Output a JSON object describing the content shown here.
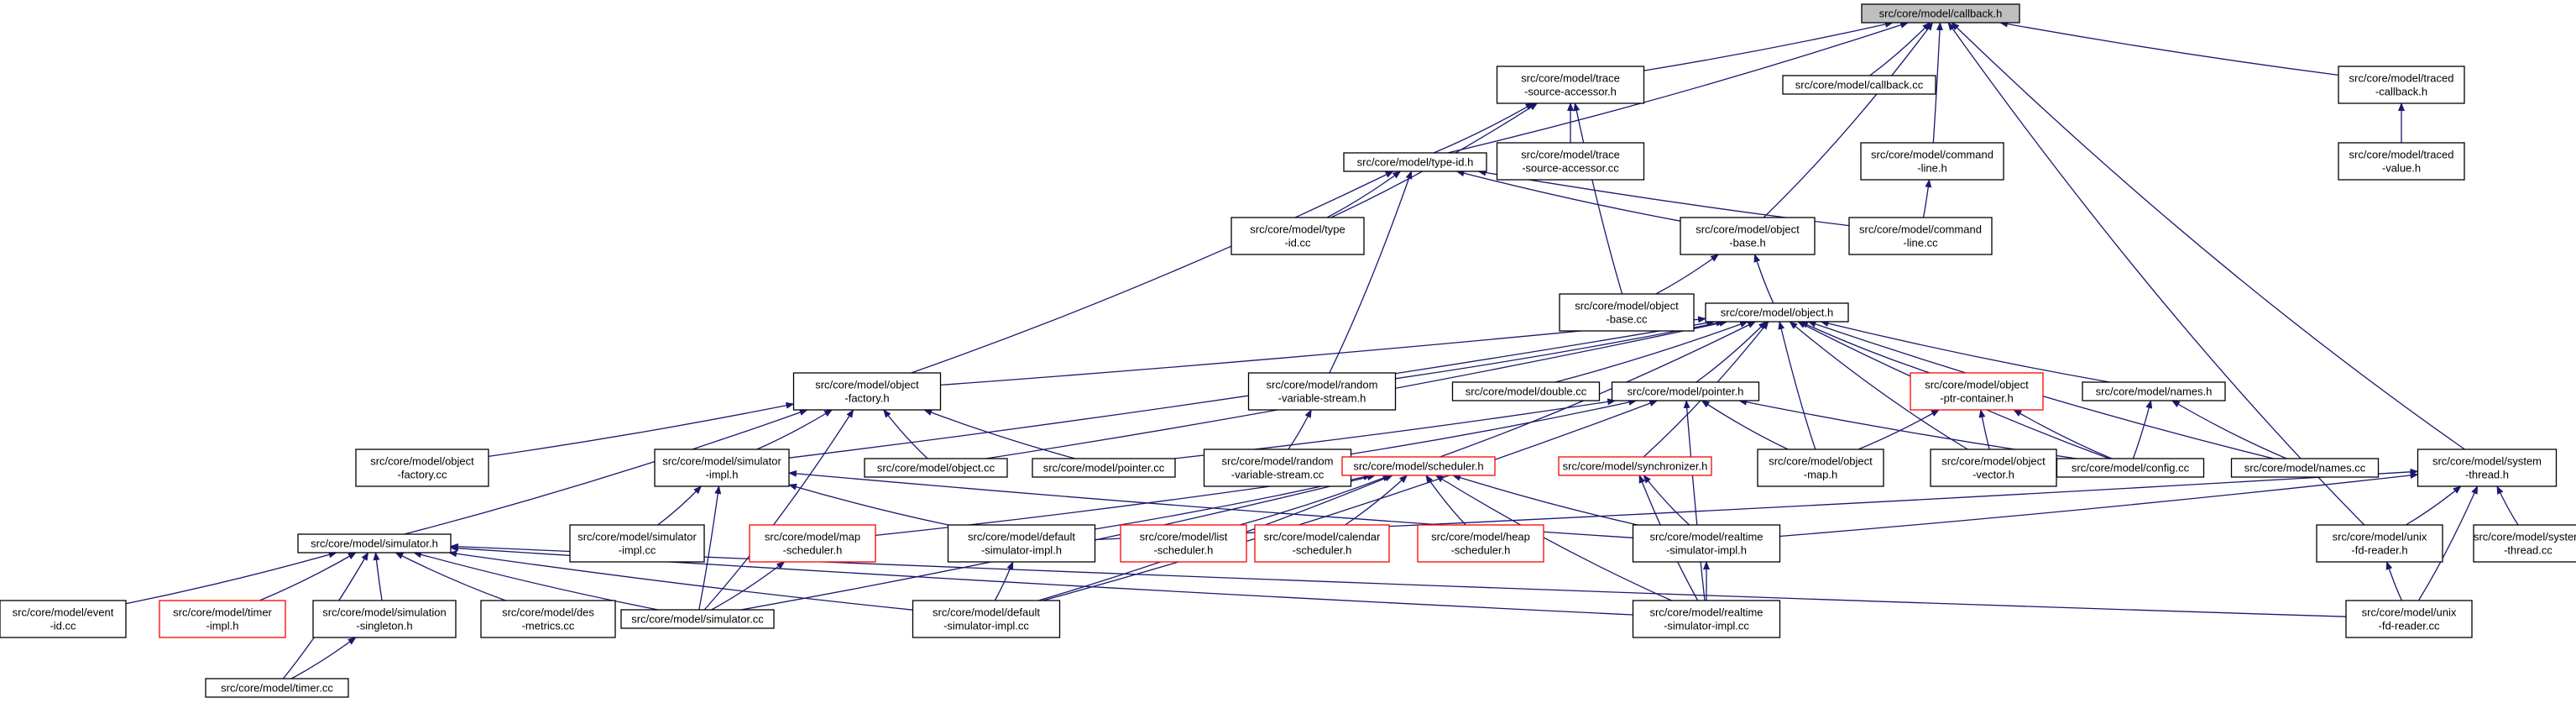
{
  "colors": {
    "edge": "#191970",
    "node_border": "#000000",
    "node_border_incomplete": "#ff0000",
    "root_fill": "#bfbfbf"
  },
  "nodes": [
    {
      "id": "callback_h",
      "lines": [
        "src/core/model/callback.h"
      ],
      "style": "root"
    },
    {
      "id": "trace_source_accessor_h",
      "lines": [
        "src/core/model/trace",
        "-source-accessor.h"
      ],
      "style": "normal"
    },
    {
      "id": "callback_cc",
      "lines": [
        "src/core/model/callback.cc"
      ],
      "style": "normal"
    },
    {
      "id": "traced_callback_h",
      "lines": [
        "src/core/model/traced",
        "-callback.h"
      ],
      "style": "normal"
    },
    {
      "id": "type_id_h",
      "lines": [
        "src/core/model/type-id.h"
      ],
      "style": "normal"
    },
    {
      "id": "trace_source_accessor_cc",
      "lines": [
        "src/core/model/trace",
        "-source-accessor.cc"
      ],
      "style": "normal"
    },
    {
      "id": "command_line_h",
      "lines": [
        "src/core/model/command",
        "-line.h"
      ],
      "style": "normal"
    },
    {
      "id": "traced_value_h",
      "lines": [
        "src/core/model/traced",
        "-value.h"
      ],
      "style": "normal"
    },
    {
      "id": "type_id_cc",
      "lines": [
        "src/core/model/type",
        "-id.cc"
      ],
      "style": "normal"
    },
    {
      "id": "object_base_h",
      "lines": [
        "src/core/model/object",
        "-base.h"
      ],
      "style": "normal"
    },
    {
      "id": "command_line_cc",
      "lines": [
        "src/core/model/command",
        "-line.cc"
      ],
      "style": "normal"
    },
    {
      "id": "object_base_cc",
      "lines": [
        "src/core/model/object",
        "-base.cc"
      ],
      "style": "normal"
    },
    {
      "id": "object_h",
      "lines": [
        "src/core/model/object.h"
      ],
      "style": "normal"
    },
    {
      "id": "object_factory_h",
      "lines": [
        "src/core/model/object",
        "-factory.h"
      ],
      "style": "normal"
    },
    {
      "id": "random_variable_stream_h",
      "lines": [
        "src/core/model/random",
        "-variable-stream.h"
      ],
      "style": "normal"
    },
    {
      "id": "double_cc",
      "lines": [
        "src/core/model/double.cc"
      ],
      "style": "normal"
    },
    {
      "id": "pointer_h",
      "lines": [
        "src/core/model/pointer.h"
      ],
      "style": "normal"
    },
    {
      "id": "object_ptr_container_h",
      "lines": [
        "src/core/model/object",
        "-ptr-container.h"
      ],
      "style": "incomplete"
    },
    {
      "id": "names_h",
      "lines": [
        "src/core/model/names.h"
      ],
      "style": "normal"
    },
    {
      "id": "object_factory_cc",
      "lines": [
        "src/core/model/object",
        "-factory.cc"
      ],
      "style": "normal"
    },
    {
      "id": "simulator_impl_h",
      "lines": [
        "src/core/model/simulator",
        "-impl.h"
      ],
      "style": "normal"
    },
    {
      "id": "object_cc",
      "lines": [
        "src/core/model/object.cc"
      ],
      "style": "normal"
    },
    {
      "id": "pointer_cc",
      "lines": [
        "src/core/model/pointer.cc"
      ],
      "style": "normal"
    },
    {
      "id": "random_variable_stream_cc",
      "lines": [
        "src/core/model/random",
        "-variable-stream.cc"
      ],
      "style": "normal"
    },
    {
      "id": "scheduler_h",
      "lines": [
        "src/core/model/scheduler.h"
      ],
      "style": "incomplete"
    },
    {
      "id": "synchronizer_h",
      "lines": [
        "src/core/model/synchronizer.h"
      ],
      "style": "incomplete"
    },
    {
      "id": "object_map_h",
      "lines": [
        "src/core/model/object",
        "-map.h"
      ],
      "style": "normal"
    },
    {
      "id": "object_vector_h",
      "lines": [
        "src/core/model/object",
        "-vector.h"
      ],
      "style": "normal"
    },
    {
      "id": "config_cc",
      "lines": [
        "src/core/model/config.cc"
      ],
      "style": "normal"
    },
    {
      "id": "names_cc",
      "lines": [
        "src/core/model/names.cc"
      ],
      "style": "normal"
    },
    {
      "id": "system_thread_h",
      "lines": [
        "src/core/model/system",
        "-thread.h"
      ],
      "style": "normal"
    },
    {
      "id": "simulator_h",
      "lines": [
        "src/core/model/simulator.h"
      ],
      "style": "normal"
    },
    {
      "id": "simulator_impl_cc",
      "lines": [
        "src/core/model/simulator",
        "-impl.cc"
      ],
      "style": "normal"
    },
    {
      "id": "map_scheduler_h",
      "lines": [
        "src/core/model/map",
        "-scheduler.h"
      ],
      "style": "incomplete"
    },
    {
      "id": "default_simulator_impl_h",
      "lines": [
        "src/core/model/default",
        "-simulator-impl.h"
      ],
      "style": "normal"
    },
    {
      "id": "list_scheduler_h",
      "lines": [
        "src/core/model/list",
        "-scheduler.h"
      ],
      "style": "incomplete"
    },
    {
      "id": "calendar_scheduler_h",
      "lines": [
        "src/core/model/calendar",
        "-scheduler.h"
      ],
      "style": "incomplete"
    },
    {
      "id": "heap_scheduler_h",
      "lines": [
        "src/core/model/heap",
        "-scheduler.h"
      ],
      "style": "incomplete"
    },
    {
      "id": "realtime_simulator_impl_h",
      "lines": [
        "src/core/model/realtime",
        "-simulator-impl.h"
      ],
      "style": "normal"
    },
    {
      "id": "unix_fd_reader_h",
      "lines": [
        "src/core/model/unix",
        "-fd-reader.h"
      ],
      "style": "normal"
    },
    {
      "id": "system_thread_cc",
      "lines": [
        "src/core/model/system",
        "-thread.cc"
      ],
      "style": "normal"
    },
    {
      "id": "event_id_cc",
      "lines": [
        "src/core/model/event",
        "-id.cc"
      ],
      "style": "normal"
    },
    {
      "id": "timer_impl_h",
      "lines": [
        "src/core/model/timer",
        "-impl.h"
      ],
      "style": "incomplete"
    },
    {
      "id": "simulation_singleton_h",
      "lines": [
        "src/core/model/simulation",
        "-singleton.h"
      ],
      "style": "normal"
    },
    {
      "id": "des_metrics_cc",
      "lines": [
        "src/core/model/des",
        "-metrics.cc"
      ],
      "style": "normal"
    },
    {
      "id": "simulator_cc",
      "lines": [
        "src/core/model/simulator.cc"
      ],
      "style": "normal"
    },
    {
      "id": "default_simulator_impl_cc",
      "lines": [
        "src/core/model/default",
        "-simulator-impl.cc"
      ],
      "style": "normal"
    },
    {
      "id": "realtime_simulator_impl_cc",
      "lines": [
        "src/core/model/realtime",
        "-simulator-impl.cc"
      ],
      "style": "normal"
    },
    {
      "id": "unix_fd_reader_cc",
      "lines": [
        "src/core/model/unix",
        "-fd-reader.cc"
      ],
      "style": "normal"
    },
    {
      "id": "timer_cc",
      "lines": [
        "src/core/model/timer.cc"
      ],
      "style": "normal"
    }
  ],
  "edges": [
    [
      "trace_source_accessor_h",
      "callback_h"
    ],
    [
      "callback_cc",
      "callback_h"
    ],
    [
      "traced_callback_h",
      "callback_h"
    ],
    [
      "type_id_h",
      "callback_h"
    ],
    [
      "command_line_h",
      "callback_h"
    ],
    [
      "object_base_h",
      "callback_h"
    ],
    [
      "unix_fd_reader_h",
      "callback_h"
    ],
    [
      "system_thread_h",
      "callback_h"
    ],
    [
      "type_id_h",
      "trace_source_accessor_h"
    ],
    [
      "trace_source_accessor_cc",
      "trace_source_accessor_h"
    ],
    [
      "type_id_cc",
      "trace_source_accessor_h"
    ],
    [
      "object_base_cc",
      "trace_source_accessor_h"
    ],
    [
      "traced_value_h",
      "traced_callback_h"
    ],
    [
      "command_line_cc",
      "command_line_h"
    ],
    [
      "type_id_cc",
      "type_id_h"
    ],
    [
      "object_base_h",
      "type_id_h"
    ],
    [
      "command_line_cc",
      "type_id_h"
    ],
    [
      "object_factory_h",
      "type_id_h"
    ],
    [
      "random_variable_stream_h",
      "type_id_h"
    ],
    [
      "object_base_cc",
      "object_base_h"
    ],
    [
      "object_h",
      "object_base_h"
    ],
    [
      "object_factory_h",
      "object_h"
    ],
    [
      "random_variable_stream_h",
      "object_h"
    ],
    [
      "double_cc",
      "object_h"
    ],
    [
      "pointer_h",
      "object_h"
    ],
    [
      "object_ptr_container_h",
      "object_h"
    ],
    [
      "names_h",
      "object_h"
    ],
    [
      "simulator_impl_h",
      "object_h"
    ],
    [
      "object_cc",
      "object_h"
    ],
    [
      "scheduler_h",
      "object_h"
    ],
    [
      "synchronizer_h",
      "object_h"
    ],
    [
      "object_map_h",
      "object_h"
    ],
    [
      "object_vector_h",
      "object_h"
    ],
    [
      "config_cc",
      "object_h"
    ],
    [
      "names_cc",
      "object_h"
    ],
    [
      "object_factory_cc",
      "object_factory_h"
    ],
    [
      "simulator_impl_h",
      "object_factory_h"
    ],
    [
      "object_cc",
      "object_factory_h"
    ],
    [
      "pointer_cc",
      "object_factory_h"
    ],
    [
      "simulator_h",
      "object_factory_h"
    ],
    [
      "simulator_cc",
      "object_factory_h"
    ],
    [
      "random_variable_stream_cc",
      "random_variable_stream_h"
    ],
    [
      "pointer_cc",
      "pointer_h"
    ],
    [
      "random_variable_stream_cc",
      "pointer_h"
    ],
    [
      "object_map_h",
      "pointer_h"
    ],
    [
      "config_cc",
      "pointer_h"
    ],
    [
      "default_simulator_impl_cc",
      "pointer_h"
    ],
    [
      "realtime_simulator_impl_cc",
      "pointer_h"
    ],
    [
      "object_map_h",
      "object_ptr_container_h"
    ],
    [
      "object_vector_h",
      "object_ptr_container_h"
    ],
    [
      "config_cc",
      "object_ptr_container_h"
    ],
    [
      "config_cc",
      "names_h"
    ],
    [
      "names_cc",
      "names_h"
    ],
    [
      "simulator_impl_cc",
      "simulator_impl_h"
    ],
    [
      "default_simulator_impl_h",
      "simulator_impl_h"
    ],
    [
      "realtime_simulator_impl_h",
      "simulator_impl_h"
    ],
    [
      "simulator_cc",
      "simulator_impl_h"
    ],
    [
      "map_scheduler_h",
      "scheduler_h"
    ],
    [
      "default_simulator_impl_h",
      "scheduler_h"
    ],
    [
      "list_scheduler_h",
      "scheduler_h"
    ],
    [
      "calendar_scheduler_h",
      "scheduler_h"
    ],
    [
      "heap_scheduler_h",
      "scheduler_h"
    ],
    [
      "realtime_simulator_impl_h",
      "scheduler_h"
    ],
    [
      "simulator_cc",
      "scheduler_h"
    ],
    [
      "default_simulator_impl_cc",
      "scheduler_h"
    ],
    [
      "realtime_simulator_impl_cc",
      "scheduler_h"
    ],
    [
      "realtime_simulator_impl_h",
      "synchronizer_h"
    ],
    [
      "realtime_simulator_impl_cc",
      "synchronizer_h"
    ],
    [
      "default_simulator_impl_h",
      "system_thread_h"
    ],
    [
      "realtime_simulator_impl_h",
      "system_thread_h"
    ],
    [
      "unix_fd_reader_h",
      "system_thread_h"
    ],
    [
      "system_thread_cc",
      "system_thread_h"
    ],
    [
      "unix_fd_reader_cc",
      "system_thread_h"
    ],
    [
      "simulator_cc",
      "map_scheduler_h"
    ],
    [
      "default_simulator_impl_cc",
      "default_simulator_impl_h"
    ],
    [
      "realtime_simulator_impl_cc",
      "realtime_simulator_impl_h"
    ],
    [
      "unix_fd_reader_cc",
      "unix_fd_reader_h"
    ],
    [
      "event_id_cc",
      "simulator_h"
    ],
    [
      "timer_impl_h",
      "simulator_h"
    ],
    [
      "simulation_singleton_h",
      "simulator_h"
    ],
    [
      "des_metrics_cc",
      "simulator_h"
    ],
    [
      "simulator_cc",
      "simulator_h"
    ],
    [
      "default_simulator_impl_cc",
      "simulator_h"
    ],
    [
      "realtime_simulator_impl_cc",
      "simulator_h"
    ],
    [
      "unix_fd_reader_cc",
      "simulator_h"
    ],
    [
      "timer_cc",
      "simulator_h"
    ],
    [
      "timer_cc",
      "simulation_singleton_h"
    ]
  ]
}
